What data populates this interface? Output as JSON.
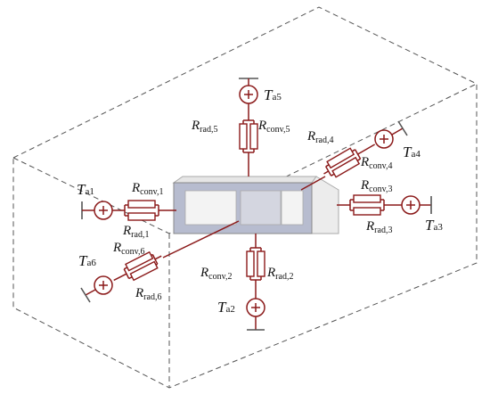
{
  "colors": {
    "wire": "#8b1a1a",
    "enclosure": "#555555",
    "core_block": "#b7bccf"
  },
  "labels": {
    "ta1": {
      "main": "T",
      "sub": "a1"
    },
    "ta2": {
      "main": "T",
      "sub": "a2"
    },
    "ta3": {
      "main": "T",
      "sub": "a3"
    },
    "ta4": {
      "main": "T",
      "sub": "a4"
    },
    "ta5": {
      "main": "T",
      "sub": "a5"
    },
    "ta6": {
      "main": "T",
      "sub": "a6"
    },
    "rconv1": {
      "main": "R",
      "sub": "conv,1"
    },
    "rrad1": {
      "main": "R",
      "sub": "rad,1"
    },
    "rconv2": {
      "main": "R",
      "sub": "conv,2"
    },
    "rrad2": {
      "main": "R",
      "sub": "rad,2"
    },
    "rconv3": {
      "main": "R",
      "sub": "conv,3"
    },
    "rrad3": {
      "main": "R",
      "sub": "rad,3"
    },
    "rconv4": {
      "main": "R",
      "sub": "conv,4"
    },
    "rrad4": {
      "main": "R",
      "sub": "rad,4"
    },
    "rconv5": {
      "main": "R",
      "sub": "conv,5"
    },
    "rrad5": {
      "main": "R",
      "sub": "rad,5"
    },
    "rconv6": {
      "main": "R",
      "sub": "conv,6"
    },
    "rrad6": {
      "main": "R",
      "sub": "rad,6"
    }
  }
}
